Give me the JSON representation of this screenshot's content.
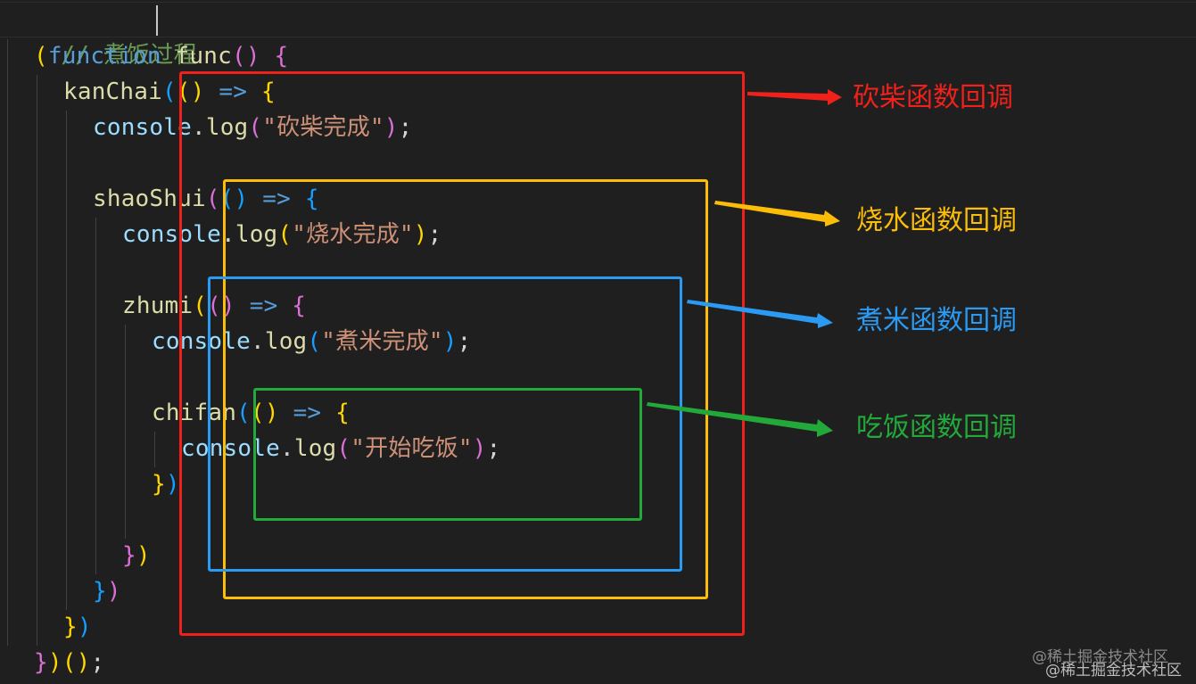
{
  "editor": {
    "lines": [
      {
        "comment": "// 煮饭过程"
      },
      {
        "open_paren": "(",
        "keyword": "function",
        "name": "func",
        "parens": "()",
        "brace": "{"
      },
      {
        "fn": "kanChai",
        "open": "(",
        "args": "()",
        "arrow": "=>",
        "brace": "{"
      },
      {
        "obj": "console",
        "dot": ".",
        "method": "log",
        "open": "(",
        "str": "\"砍柴完成\"",
        "close": ")",
        "semi": ";"
      },
      {},
      {
        "fn": "shaoShui",
        "open": "(",
        "args": "()",
        "arrow": "=>",
        "brace": "{"
      },
      {
        "obj": "console",
        "dot": ".",
        "method": "log",
        "open": "(",
        "str": "\"烧水完成\"",
        "close": ")",
        "semi": ";"
      },
      {},
      {
        "fn": "zhumi",
        "open": "(",
        "args": "()",
        "arrow": "=>",
        "brace": "{"
      },
      {
        "obj": "console",
        "dot": ".",
        "method": "log",
        "open": "(",
        "str": "\"煮米完成\"",
        "close": ")",
        "semi": ";"
      },
      {},
      {
        "fn": "chifan",
        "open": "(",
        "args": "()",
        "arrow": "=>",
        "brace": "{"
      },
      {
        "obj": "console",
        "dot": ".",
        "method": "log",
        "open": "(",
        "str": "\"开始吃饭\"",
        "close": ")",
        "semi": ";"
      },
      {
        "brace": "}",
        "close": ")"
      },
      {},
      {
        "brace": "}",
        "close": ")"
      },
      {
        "brace": "}",
        "close": ")"
      },
      {
        "brace": "}",
        "close": ")"
      },
      {
        "brace": "}",
        "close": ")",
        "call": "()",
        "semi": ";"
      }
    ]
  },
  "annotations": [
    {
      "label": "砍柴函数回调",
      "color": "#f0201a"
    },
    {
      "label": "烧水函数回调",
      "color": "#fbbd08"
    },
    {
      "label": "煮米函数回调",
      "color": "#2b9af3"
    },
    {
      "label": "吃饭函数回调",
      "color": "#22a93a"
    }
  ],
  "watermark": {
    "text": "@稀土掘金技术社区"
  }
}
